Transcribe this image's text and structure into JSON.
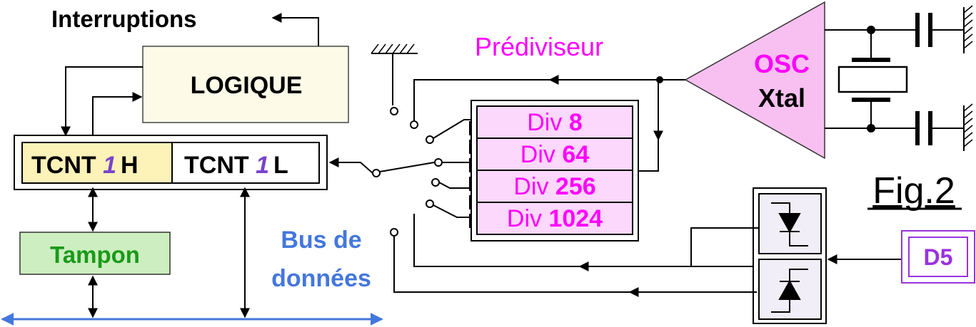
{
  "title_interrupts": "Interruptions",
  "logic_block": "LOGIQUE",
  "counter": {
    "high_prefix": "TCNT ",
    "high_digit": "1",
    "high_suffix": "H",
    "low_prefix": "TCNT ",
    "low_digit": "1",
    "low_suffix": "L"
  },
  "buffer": "Tampon",
  "data_bus": {
    "line1": "Bus de",
    "line2": "données"
  },
  "prescaler_label": "Prédiviseur",
  "dividers": [
    {
      "prefix": "Div ",
      "value": "8"
    },
    {
      "prefix": "Div ",
      "value": "64"
    },
    {
      "prefix": "Div ",
      "value": "256"
    },
    {
      "prefix": "Div ",
      "value": "1024"
    }
  ],
  "oscillator": {
    "line1": "OSC",
    "line2": "Xtal"
  },
  "figure_label": "Fig.2",
  "input_pin": "D5",
  "colors": {
    "logic_fill": "#fdfbe8",
    "counter_high_fill": "#fdf2b8",
    "digit_purple": "#7744cc",
    "buffer_fill": "#cdeec0",
    "buffer_text": "#1a9a1a",
    "bus_blue": "#4477dd",
    "magenta": "#ff00ff",
    "div_fill": "#fcd8fc",
    "osc_fill": "#f8c0f0",
    "d5_text": "#9933dd",
    "edge_block_fill": "#f2eef8"
  }
}
